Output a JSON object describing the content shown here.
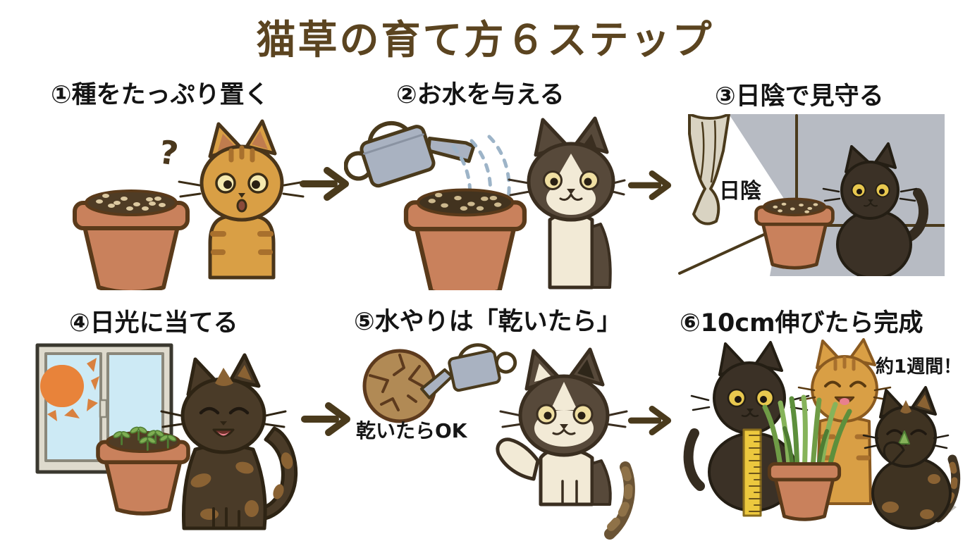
{
  "title": "猫草の育て方６ステップ",
  "steps": [
    {
      "id": 1,
      "label": "①種をたっぷり置く",
      "annotation": "?",
      "scene": "curious orange tabby cat beside terracotta pot full of seeds"
    },
    {
      "id": 2,
      "label": "②お水を与える",
      "scene": "watering can sprinkling water on seed pot, tuxedo cat watching"
    },
    {
      "id": 3,
      "label": "③日陰で見守る",
      "caption": "日陰",
      "scene": "shaded gray room with curtain, pot and black cat"
    },
    {
      "id": 4,
      "label": "④日光に当てる",
      "scene": "sunny window, pot with sprouts, happy tortoiseshell cat"
    },
    {
      "id": 5,
      "label": "⑤水やりは「乾いたら」",
      "caption": "乾いたらOK",
      "scene": "cracked dry soil disc, watering can, waving tuxedo cat"
    },
    {
      "id": 6,
      "label": "⑥10cm伸びたら完成",
      "caption": "約1週間！",
      "scene": "three cats with ruler around pot of grown cat grass"
    }
  ],
  "colors": {
    "title_text": "#5b4420",
    "heading_text": "#141414",
    "arrow": "#4a3a1c",
    "pot": "#c9815c",
    "pot_outline": "#5a3a1a",
    "soil": "#4f3c25",
    "seed": "#dcc9a0",
    "tabby": "#d99f45",
    "tuxedo_dark": "#57493a",
    "tuxedo_cream": "#f2ead6",
    "black_cat": "#3b3126",
    "shade_panel": "#b7bbc3",
    "curtain": "#d9d3c2",
    "sky": "#cdeaf5",
    "sun": "#e8833a",
    "dry_soil": "#b18a55",
    "grass": "#7fae53",
    "ruler": "#ecc83e",
    "water": "#9db4c8"
  }
}
